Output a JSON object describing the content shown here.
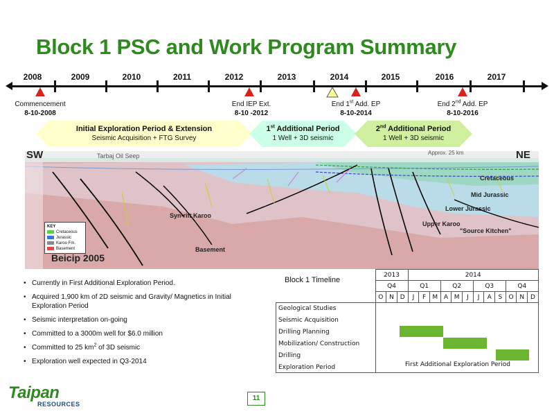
{
  "title": "Block 1 PSC and Work Program Summary",
  "timeline": {
    "years": [
      "2008",
      "2009",
      "2010",
      "2011",
      "2012",
      "2013",
      "2014",
      "2015",
      "2016",
      "2017"
    ],
    "events": {
      "commencement_label": "Commencement",
      "commencement_date": "8-10-2008",
      "end_iep_label": "End IEP Ext.",
      "end_iep_date": "8-10 -2012",
      "end_1st_pre": "End 1",
      "end_1st_sup": "st",
      "end_1st_post": " Add. EP",
      "end_1st_date": "8-10-2014",
      "end_2nd_pre": "End 2",
      "end_2nd_sup": "nd",
      "end_2nd_post": " Add. EP",
      "end_2nd_date": "8-10-2016"
    }
  },
  "periods": {
    "p1_title": "Initial Exploration Period & Extension",
    "p1_sub": "Seismic Acquisition + FTG Survey",
    "p2_title_pre": "1",
    "p2_title_sup": "st",
    "p2_title_post": " Additional Period",
    "p2_sub": "1 Well + 3D seismic",
    "p3_title_pre": "2",
    "p3_title_sup": "nd",
    "p3_title_post": " Additional Period",
    "p3_sub": "1 Well + 3D seismic"
  },
  "cross_section": {
    "sw": "SW",
    "ne": "NE",
    "seep": "Tarbaj Oil Seep",
    "approx": "Approx. 25 km",
    "cretaceous": "Cretaceous",
    "mid_jurassic": "Mid Jurassic",
    "lower_jurassic": "Lower Jurassic",
    "upper_karoo": "Upper Karoo",
    "source_kitchen": "\"Source Kitchen\"",
    "synrift": "Syn-rift  Karoo",
    "basement": "Basement",
    "beicip": "Beicip 2005",
    "key_title": "KEY",
    "key_items": [
      "Cretaceous",
      "Jurassic",
      "Karoo Fm.",
      "Basement"
    ],
    "colors": {
      "cretaceous": "#9ed8c4",
      "jurassic": "#b9dce8",
      "karoo": "#e0c3c8",
      "basement": "#d9a9aa"
    }
  },
  "bullets": [
    "Currently in First Additional Exploration Period.",
    "Acquired 1,900 km of 2D seismic and Gravity/ Magnetics in Initial Exploration Period",
    "Seismic interpretation on-going",
    "Committed to a 3000m well  for $6.0 million",
    "Committed to 25 km",
    "Exploration well expected in Q3-2014"
  ],
  "bullet5_sup": "2",
  "bullet5_post": " of 3D seismic",
  "gantt": {
    "title": "Block 1 Timeline",
    "year_2013": "2013",
    "year_2014": "2014",
    "quarters": [
      "Q4",
      "Q1",
      "Q2",
      "Q3",
      "Q4"
    ],
    "months": [
      "O",
      "N",
      "D",
      "J",
      "F",
      "M",
      "A",
      "M",
      "J",
      "J",
      "A",
      "S",
      "O",
      "N",
      "D"
    ],
    "activities": [
      "Geological Studies",
      "Seismic Acquisition",
      "Drilling Planning",
      "Mobilization/ Construction",
      "Drilling",
      "Exploration Period"
    ],
    "exploration_period_text": "First Additional Exploration Period",
    "bar_color": "#6cb52e"
  },
  "footer": {
    "logo_text": "Taipan",
    "logo_sub": "RESOURCES",
    "page": "11"
  }
}
